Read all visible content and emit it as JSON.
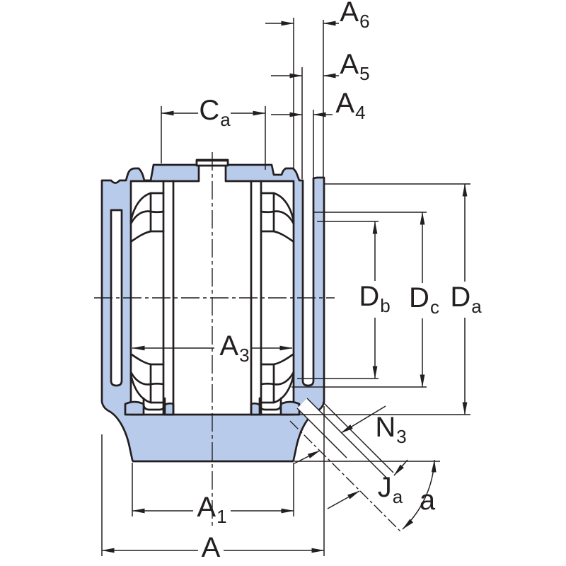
{
  "figure": {
    "background": "#ffffff",
    "line_color": "#231f20",
    "housing_fill": "#b9cbea"
  },
  "dimension_labels": {
    "A6": {
      "main": "A",
      "sub": "6"
    },
    "A5": {
      "main": "A",
      "sub": "5"
    },
    "A4": {
      "main": "A",
      "sub": "4"
    },
    "Ca": {
      "main": "C",
      "sub": "a"
    },
    "A3": {
      "main": "A",
      "sub": "3"
    },
    "Db": {
      "main": "D",
      "sub": "b"
    },
    "Dc": {
      "main": "D",
      "sub": "c"
    },
    "Da": {
      "main": "D",
      "sub": "a"
    },
    "N3": {
      "main": "N",
      "sub": "3"
    },
    "Ja": {
      "main": "J",
      "sub": "a"
    },
    "a": {
      "main": "a",
      "sub": ""
    },
    "A1": {
      "main": "A",
      "sub": "1"
    },
    "A": {
      "main": "A",
      "sub": ""
    }
  }
}
